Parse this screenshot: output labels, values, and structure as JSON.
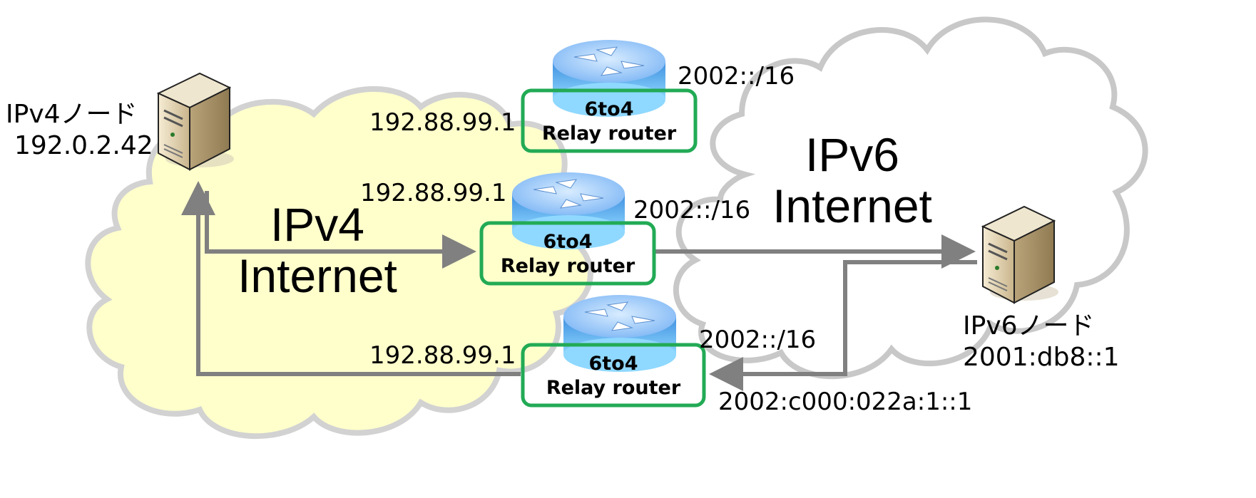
{
  "clouds": {
    "ipv4": {
      "line1": "IPv4",
      "line2": "Internet",
      "fill": "#ffffcc",
      "stroke": "#c8c8c8"
    },
    "ipv6": {
      "line1": "IPv6",
      "line2": "Internet",
      "fill": "#ffffff",
      "stroke": "#c8c8c8"
    }
  },
  "ipv4_node": {
    "name": "IPv4ノード",
    "address": "192.0.2.42"
  },
  "ipv6_node": {
    "name": "IPv6ノード",
    "address": "2001:db8::1"
  },
  "routers": {
    "top": {
      "line1": "6to4",
      "line2": "Relay router",
      "ipv4": "192.88.99.1",
      "ipv6": "2002::/16"
    },
    "middle": {
      "line1": "6to4",
      "line2": "Relay router",
      "ipv4": "192.88.99.1",
      "ipv6": "2002::/16"
    },
    "bottom": {
      "line1": "6to4",
      "line2": "Relay router",
      "ipv4": "192.88.99.1",
      "ipv6": "2002::/16"
    }
  },
  "return_address": "2002:c000:022a:1::1",
  "colors": {
    "router_box": "#22aa55",
    "arrow": "#808080",
    "router_top": "#9ec8ff",
    "router_body": "#4aa3f0"
  }
}
